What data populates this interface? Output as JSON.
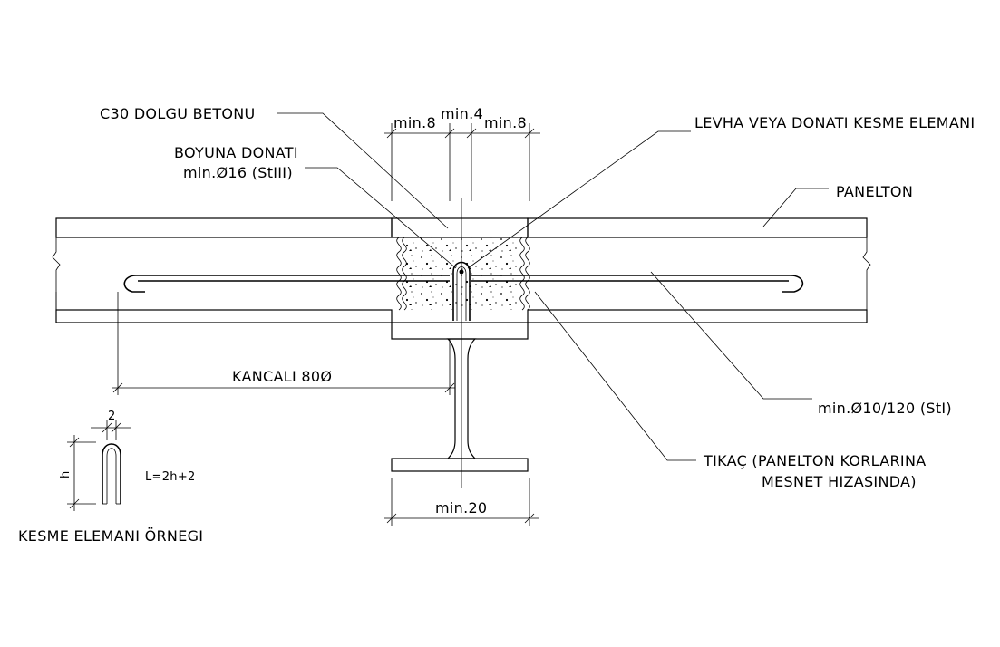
{
  "labels": {
    "c30_fill": "C30 DOLGU BETONU",
    "long_rebar_line1": "BOYUNA DONATI",
    "long_rebar_line2": "min.Ø16 (StIII)",
    "dim_left": "min.8",
    "dim_mid": "min.4",
    "dim_right": "min.8",
    "shear_element": "LEVHA VEYA DONATI KESME ELEMANI",
    "panelton": "PANELTON",
    "hooked": "KANCALI 80Ø",
    "rebar_spacing": "min.Ø10/120 (StI)",
    "plug_line1": "TIKAÇ (PANELTON KORLARINA",
    "plug_line2": "MESNET HIZASINDA)",
    "dim_flange": "min.20",
    "example_title": "KESME ELEMANI ÖRNEGI",
    "example_width": "2",
    "example_height": "h",
    "example_formula": "L=2h+2"
  },
  "colors": {
    "line": "#000000",
    "background": "#ffffff"
  }
}
